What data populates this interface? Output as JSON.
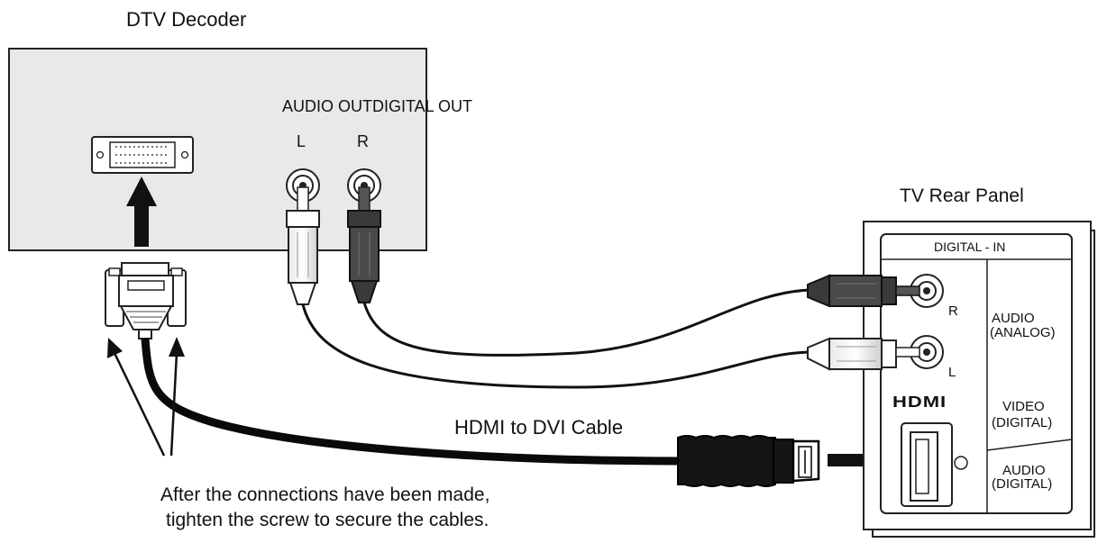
{
  "decoder": {
    "title": "DTV Decoder",
    "audio_out_label": "AUDIO OUTDIGITAL OUT",
    "left_label": "L",
    "right_label": "R"
  },
  "tv": {
    "title": "TV Rear Panel",
    "digital_in_label": "DIGITAL - IN",
    "r_label": "R",
    "l_label": "L",
    "hdmi_logo": "HDMI",
    "audio_analog": [
      "AUDIO",
      "(ANALOG)"
    ],
    "video_digital": [
      "VIDEO",
      "(DIGITAL)"
    ],
    "audio_digital": [
      "AUDIO",
      "(DIGITAL)"
    ]
  },
  "cable_label": "HDMI to DVI Cable",
  "instruction": {
    "line1": "After the connections have been made,",
    "line2": "tighten the screw to secure the cables."
  }
}
